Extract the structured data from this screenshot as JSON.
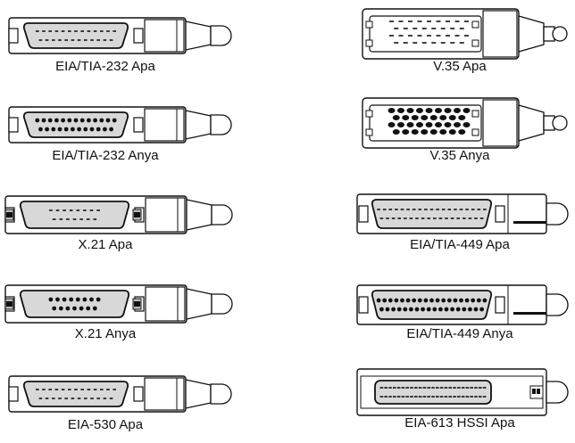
{
  "connectors": [
    {
      "key": "eia232-apa",
      "label": "EIA/TIA-232 Apa",
      "gender": "male",
      "style": "dsub25"
    },
    {
      "key": "eia232-anya",
      "label": "EIA/TIA-232  Anya",
      "gender": "female",
      "style": "dsub25"
    },
    {
      "key": "x21-apa",
      "label": "X.21 Apa",
      "gender": "male",
      "style": "dsub15"
    },
    {
      "key": "x21-anya",
      "label": "X.21 Anya",
      "gender": "female",
      "style": "dsub15"
    },
    {
      "key": "eia530-apa",
      "label": "EIA-530 Apa",
      "gender": "male",
      "style": "dsub25"
    },
    {
      "key": "v35-apa",
      "label": "V.35 Apa",
      "gender": "male",
      "style": "v35"
    },
    {
      "key": "v35-anya",
      "label": "V.35 Anya",
      "gender": "female",
      "style": "v35"
    },
    {
      "key": "eia449-apa",
      "label": "EIA/TIA-449 Apa",
      "gender": "male",
      "style": "dsub37"
    },
    {
      "key": "eia449-anya",
      "label": "EIA/TIA-449 Anya",
      "gender": "female",
      "style": "dsub37"
    },
    {
      "key": "hssi-apa",
      "label": "EIA-613 HSSI Apa",
      "gender": "male",
      "style": "hssi"
    }
  ],
  "colors": {
    "outline": "#111111",
    "shell_fill": "#ffffff",
    "face_fill": "#d8d8d8",
    "pin": "#111111"
  }
}
